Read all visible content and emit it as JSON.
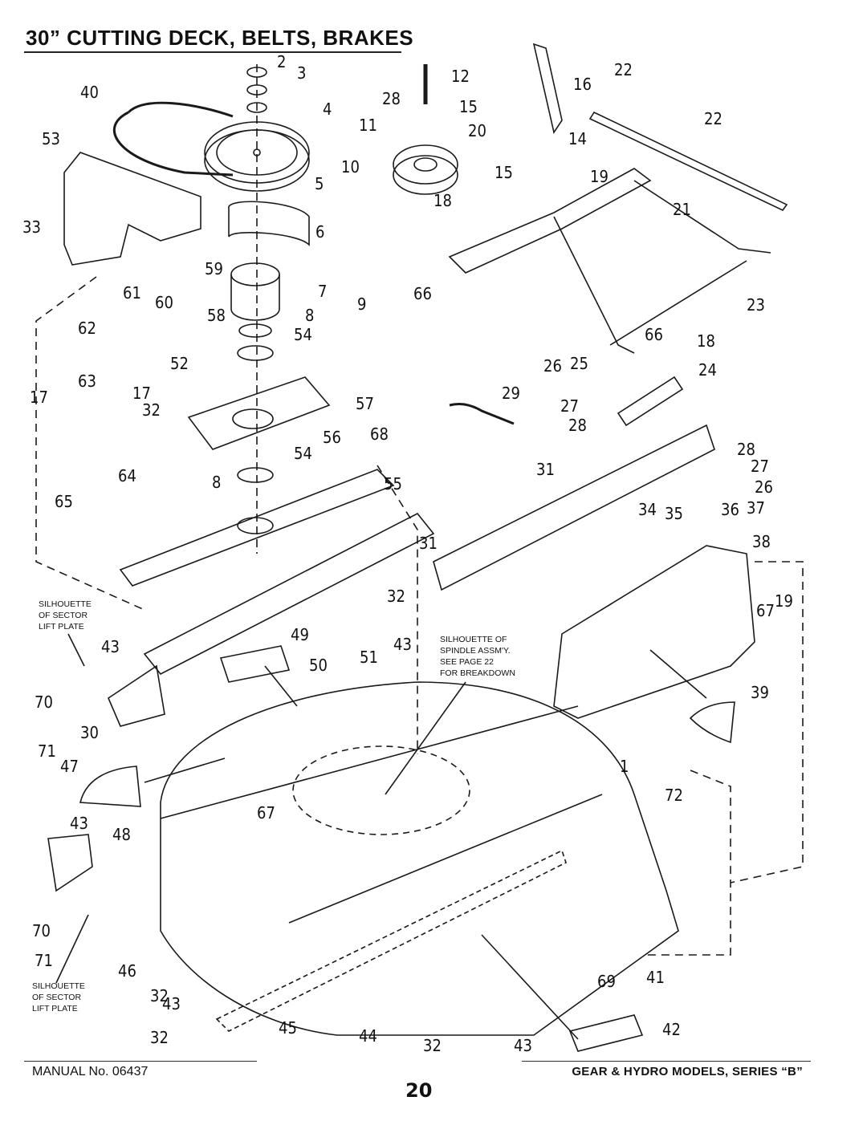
{
  "page": {
    "title": "30” CUTTING DECK, BELTS, BRAKES",
    "manual": "MANUAL No. 06437",
    "models": "GEAR & HYDRO MODELS, SERIES “B”",
    "page_number": "20"
  },
  "notes": {
    "sector_upper": [
      "SILHOUETTE",
      "OF SECTOR",
      "LIFT PLATE"
    ],
    "sector_lower": [
      "SILHOUETTE",
      "OF SECTOR",
      "LIFT PLATE"
    ],
    "spindle": [
      "SILHOUETTE OF",
      "SPINDLE ASSM'Y.",
      "SEE PAGE 22",
      "FOR BREAKDOWN"
    ]
  },
  "callouts": [
    "2",
    "3",
    "4",
    "40",
    "53",
    "33",
    "5",
    "6",
    "59",
    "7",
    "8",
    "58",
    "54",
    "9",
    "61",
    "60",
    "62",
    "52",
    "63",
    "17",
    "17",
    "32",
    "64",
    "65",
    "8",
    "56",
    "68",
    "54",
    "55",
    "31",
    "57",
    "12",
    "28",
    "11",
    "15",
    "20",
    "16",
    "22",
    "22",
    "14",
    "15",
    "19",
    "10",
    "18",
    "66",
    "21",
    "23",
    "66",
    "18",
    "26",
    "25",
    "24",
    "27",
    "28",
    "29",
    "28",
    "27",
    "26",
    "31",
    "34",
    "35",
    "36",
    "37",
    "38",
    "32",
    "67",
    "19",
    "49",
    "43",
    "50",
    "51",
    "43",
    "39",
    "70",
    "71",
    "30",
    "47",
    "1",
    "72",
    "43",
    "48",
    "67",
    "70",
    "71",
    "46",
    "32",
    "43",
    "32",
    "45",
    "44",
    "32",
    "43",
    "69",
    "41",
    "42"
  ]
}
